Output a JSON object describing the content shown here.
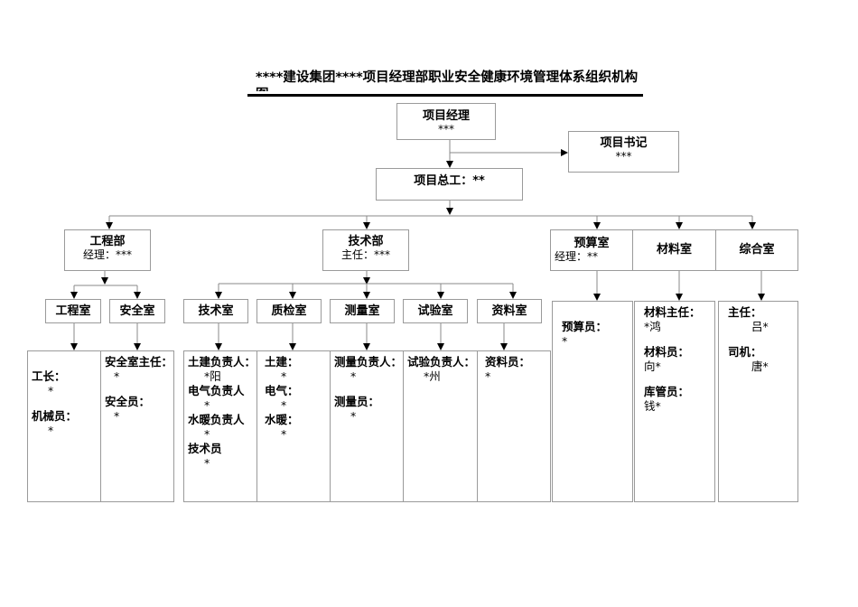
{
  "title": "****建设集团****项目经理部职业安全健康环境管理体系组织机构图",
  "top": {
    "pm": {
      "label": "项目经理",
      "name": "***"
    },
    "secretary": {
      "label": "项目书记",
      "name": "***"
    },
    "chief_engineer": {
      "label": "项目总工：**"
    }
  },
  "departments": {
    "engineering": {
      "label": "工程部",
      "manager": "经理：***"
    },
    "technical": {
      "label": "技术部",
      "manager": "主任：***"
    },
    "budget": {
      "label": "预算室",
      "manager": "经理：**"
    },
    "materials": {
      "label": "材料室"
    },
    "general": {
      "label": "综合室"
    }
  },
  "offices": {
    "engineering_office": "工程室",
    "safety_office": "安全室",
    "tech_office": "技术室",
    "qc_office": "质检室",
    "survey_office": "测量室",
    "test_office": "试验室",
    "docs_office": "资料室"
  },
  "staff": {
    "eng": {
      "r1": "工长：",
      "n1": "*",
      "r2": "机械员：",
      "n2": "*"
    },
    "safety": {
      "r1": "安全室主任：",
      "n1": "*",
      "r2": "安全员：",
      "n2": "*"
    },
    "tech": {
      "r1": "土建负责人：",
      "n1": "*阳",
      "r2": "电气负责人",
      "n2": "*",
      "r3": "水暖负责人",
      "n3": "*",
      "r4": "技术员",
      "n4": "*"
    },
    "qc": {
      "r1": "土建：",
      "n1": "*",
      "r2": "电气：",
      "n2": "*",
      "r3": "水暖：",
      "n3": "*"
    },
    "survey": {
      "r1": "测量负责人：",
      "n1": "*",
      "r2": "测量员：",
      "n2": "*"
    },
    "test": {
      "r1": "试验负责人：",
      "n1": "*州"
    },
    "docs": {
      "r1": "资料员：",
      "n1": "*"
    },
    "budget": {
      "r1": "预算员：",
      "n1": "*"
    },
    "materials": {
      "r1": "材料主任：",
      "n1": "*鸿",
      "r2": "材料员：",
      "n2": "向*",
      "r3": "库管员：",
      "n3": "钱*"
    },
    "general": {
      "r1": "主任：",
      "n1": "吕*",
      "r2": "司机：",
      "n2": "唐*"
    }
  }
}
